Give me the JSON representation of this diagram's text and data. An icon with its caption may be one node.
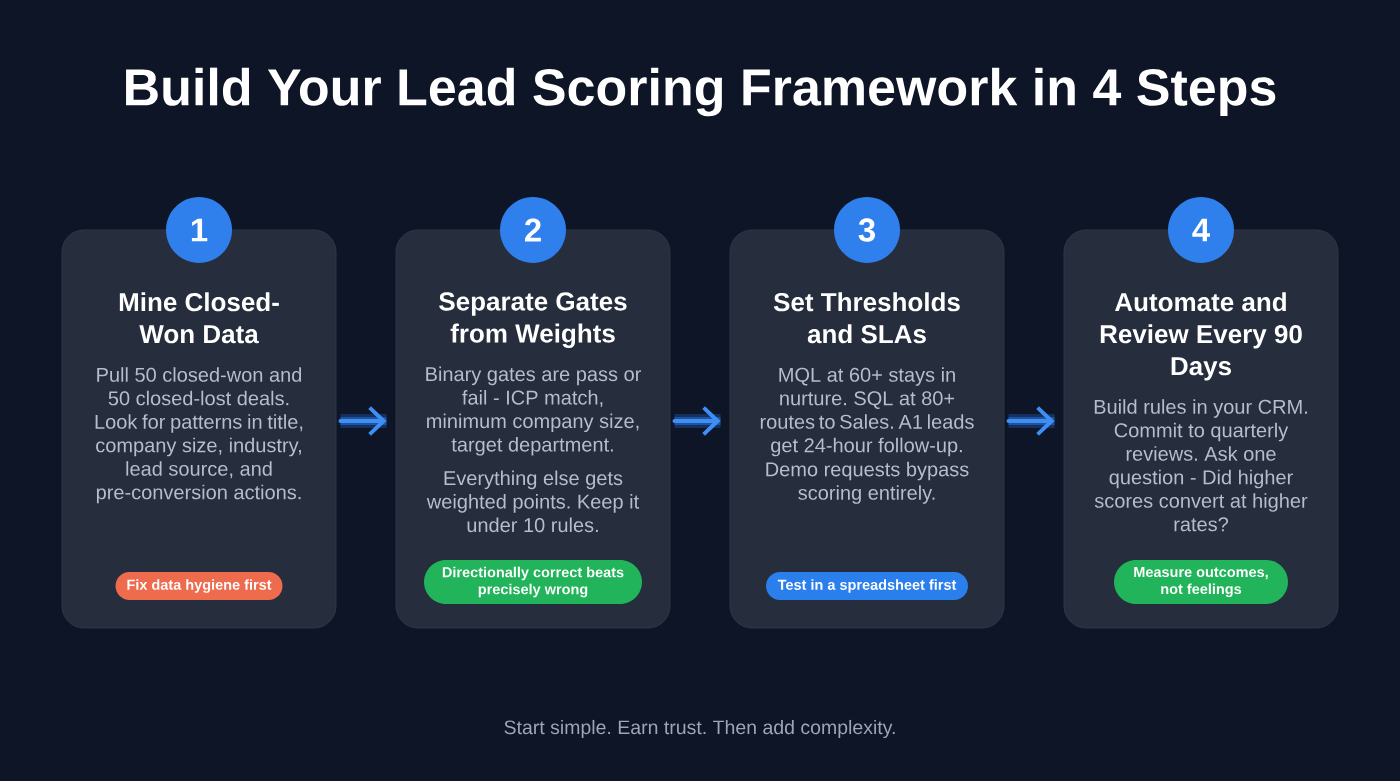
{
  "diagram": {
    "title": "Build Your Lead Scoring Framework in 4 Steps",
    "nodes": [
      {
        "text": [
          "1"
        ]
      },
      {
        "text": [
          "Mine Closed-Won Data",
          "Pull 50 closed-won and 50 closed-lost deals. Look for patterns in title, company size, industry, lead source, and pre-conversion actions."
        ]
      },
      {
        "text": [
          "Fix data hygiene first"
        ],
        "in": 1
      },
      {
        "text": [
          "2"
        ]
      },
      {
        "text": [
          "Separate Gates from Weights",
          "Binary gates are pass or fail - ICP match, minimum company size, target department.",
          "Everything else gets weighted points. Keep it under 10 rules."
        ]
      },
      {
        "text": [
          "Directionally correct beats precisely wrong"
        ],
        "in": 4
      },
      {
        "text": [
          "3"
        ]
      },
      {
        "text": [
          "Set Thresholds and SLAs",
          "MQL at 60+ stays in nurture. SQL at 80+ routes to Sales. A1 leads get 24-hour follow-up.",
          "Demo requests bypass scoring entirely."
        ]
      },
      {
        "text": [
          "Test in a spreadsheet first"
        ],
        "in": 7
      },
      {
        "text": [
          "4"
        ]
      },
      {
        "text": [
          "Automate and Review Every 90 Days",
          "Build rules in your CRM. Commit to quarterly reviews. Ask one question - Did higher scores convert at higher rates?"
        ]
      },
      {
        "text": [
          "Measure outcomes, not feelings"
        ],
        "in": 10
      }
    ],
    "edges": [
      {
        "from": 1,
        "to": 4,
        "arrow": "to"
      },
      {
        "from": 4,
        "to": 7,
        "arrow": "to"
      },
      {
        "from": 7,
        "to": 10,
        "arrow": "to"
      }
    ],
    "caption": "Start simple. Earn trust. Then add complexity."
  }
}
